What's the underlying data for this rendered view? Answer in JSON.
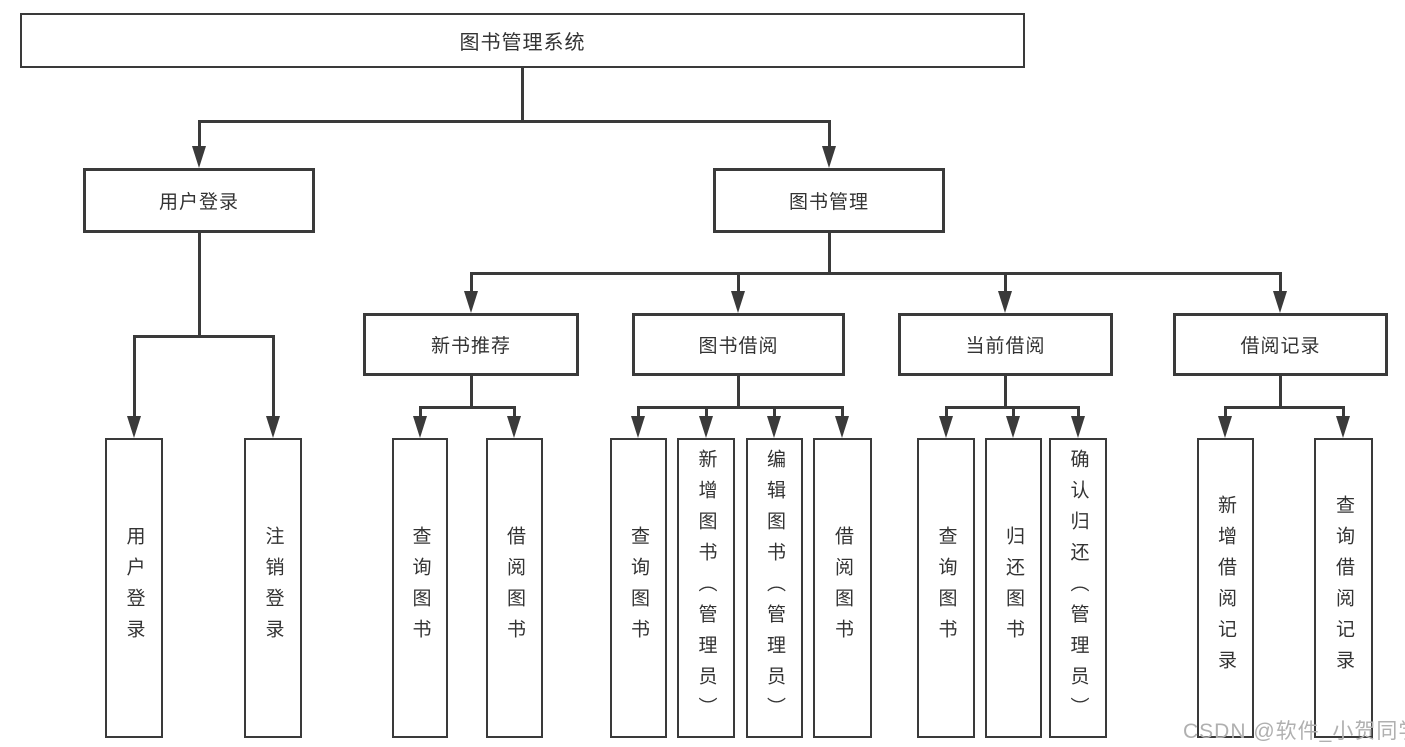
{
  "colors": {
    "line": "#3a3a3a",
    "text": "#333333",
    "watermark": "#b0b0b0",
    "background": "#ffffff"
  },
  "watermark": "CSDN @软件_小贺同学",
  "nodes": {
    "root": {
      "label": "图书管理系统"
    },
    "user_login": {
      "label": "用户登录",
      "children": [
        "用户登录",
        "注销登录"
      ]
    },
    "book_mgmt": {
      "label": "图书管理",
      "children": {
        "new_books": {
          "label": "新书推荐",
          "children": [
            "查询图书",
            "借阅图书"
          ]
        },
        "borrowing": {
          "label": "图书借阅",
          "children": [
            "查询图书",
            "新增图书（管理员）",
            "编辑图书（管理员）",
            "借阅图书"
          ]
        },
        "current": {
          "label": "当前借阅",
          "children": [
            "查询图书",
            "归还图书",
            "确认归还（管理员）"
          ]
        },
        "records": {
          "label": "借阅记录",
          "children": [
            "新增借阅记录",
            "查询借阅记录"
          ]
        }
      }
    }
  }
}
